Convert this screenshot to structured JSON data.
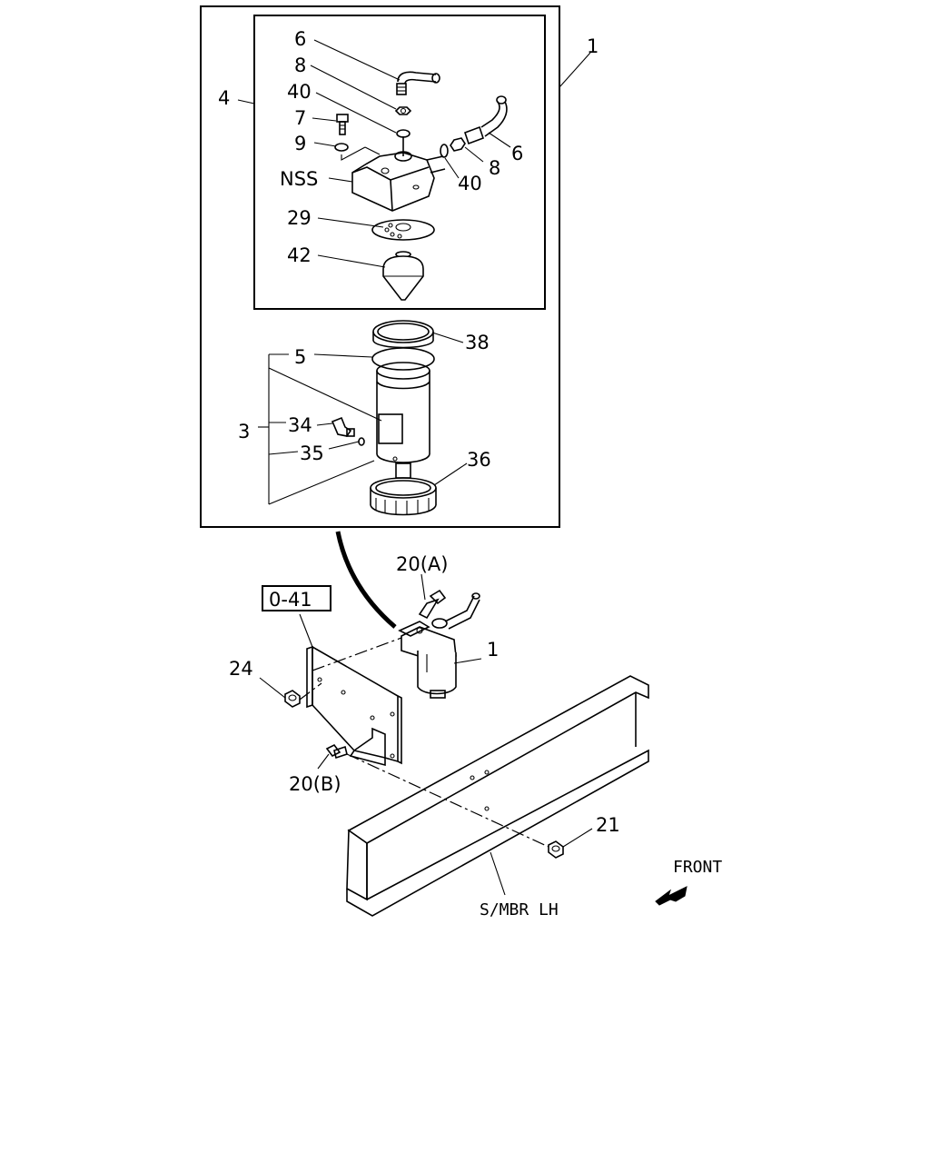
{
  "callouts": {
    "c6_top": "6",
    "c8_top": "8",
    "c40_top": "40",
    "c7": "7",
    "c9": "9",
    "nss": "NSS",
    "c29": "29",
    "c42": "42",
    "c4": "4",
    "c1_top": "1",
    "c8_right": "8",
    "c6_right": "6",
    "c40_right": "40",
    "c38": "38",
    "c5": "5",
    "c3": "3",
    "c34": "34",
    "c35": "35",
    "c36": "36",
    "c20a": "20(A)",
    "c1_mid": "1",
    "ref_box": "0-41",
    "c24": "24",
    "c20b": "20(B)",
    "c21": "21",
    "front": "FRONT",
    "s_mbr": "S/MBR LH"
  }
}
